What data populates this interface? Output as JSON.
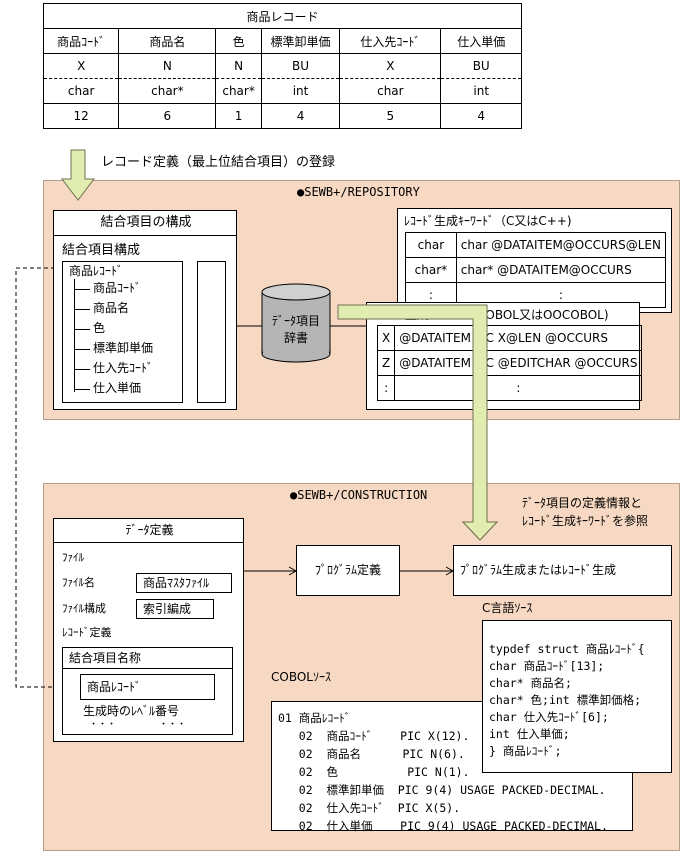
{
  "record_table": {
    "title": "商品レコード",
    "headers": [
      "商品ｺｰﾄﾞ",
      "商品名",
      "色",
      "標準卸単価",
      "仕入先ｺｰﾄﾞ",
      "仕入単価"
    ],
    "types": [
      "X",
      "N",
      "N",
      "BU",
      "X",
      "BU"
    ],
    "c_types": [
      "char",
      "char*",
      "char*",
      "int",
      "char",
      "int"
    ],
    "lengths": [
      "12",
      "6",
      "1",
      "4",
      "5",
      "4"
    ]
  },
  "register_label": "レコード定義（最上位結合項目）の登録",
  "repository": {
    "label": "●SEWB+/REPOSITORY",
    "composition_box": {
      "title": "結合項目の構成",
      "subtitle": "結合項目構成",
      "root": "商品ﾚｺｰﾄﾞ",
      "items": [
        "商品ｺｰﾄﾞ",
        "商品名",
        "色",
        "標準卸単価",
        "仕入先ｺｰﾄﾞ",
        "仕入単価"
      ]
    },
    "dictionary_label_1": "ﾃﾞｰﾀ項目",
    "dictionary_label_2": "辞書",
    "c_keywords": {
      "title": "ﾚｺｰﾄﾞ生成ｷｰﾜｰﾄﾞ（C又はC++)",
      "rows": [
        [
          "char",
          "char @DATAITEM@OCCURS@LEN"
        ],
        [
          "char*",
          "char* @DATAITEM@OCCURS"
        ],
        [
          ":",
          ":"
        ]
      ]
    },
    "cobol_keywords": {
      "title": "ﾚｺｰﾄﾞ生成ｷｰﾜｰﾄﾞ（COBOL又はOOCOBOL)",
      "rows": [
        [
          "X",
          "@DATAITEM PIC X@LEN @OCCURS"
        ],
        [
          "Z",
          "@DATAITEM PIC @EDITCHAR @OCCURS"
        ],
        [
          ":",
          ":"
        ]
      ]
    }
  },
  "construction": {
    "label": "●SEWB+/CONSTRUCTION",
    "reference_note_1": "ﾃﾞｰﾀ項目の定義情報と",
    "reference_note_2": "ﾚｺｰﾄﾞ生成ｷｰﾜｰﾄﾞを参照",
    "data_def": {
      "title": "ﾃﾞｰﾀ定義",
      "file_label": "ﾌｧｲﾙ",
      "file_name_label": "ﾌｧｲﾙ名",
      "file_name_value": "商品ﾏｽﾀﾌｧｲﾙ",
      "file_struct_label": "ﾌｧｲﾙ構成",
      "file_struct_value": "索引編成",
      "record_def_label": "ﾚｺｰﾄﾞ定義",
      "combined_item_name_label": "結合項目名称",
      "combined_item_value": "商品ﾚｺｰﾄﾞ",
      "level_label": "生成時のﾚﾍﾞﾙ番号",
      "dots_1": "・・・",
      "dots_2": "・・・"
    },
    "program_def": "ﾌﾟﾛｸﾞﾗﾑ定義",
    "program_gen": "ﾌﾟﾛｸﾞﾗﾑ生成またはﾚｺｰﾄﾞ生成",
    "c_source_label": "C言語ｿｰｽ",
    "c_source_lines": [
      "typdef struct 商品ﾚｺｰﾄﾞ{",
      "char 商品ｺｰﾄﾞ[13];",
      "char* 商品名;",
      "char* 色;int 標準卸価格;",
      "char 仕入先ｺｰﾄﾞ[6];",
      "int 仕入単価;",
      "} 商品ﾚｺｰﾄﾞ;"
    ],
    "cobol_source_label": "COBOLｿｰｽ",
    "cobol_source_lines": [
      "01 商品ﾚｺｰﾄﾞ",
      "   02  商品ｺｰﾄﾞ    PIC X(12).",
      "   02  商品名      PIC N(6).",
      "   02  色          PIC N(1).",
      "   02  標準卸単価  PIC 9(4) USAGE PACKED-DECIMAL.",
      "   02  仕入先ｺｰﾄﾞ  PIC X(5).",
      "   02  仕入単価    PIC 9(4) USAGE PACKED-DECIMAL."
    ]
  }
}
